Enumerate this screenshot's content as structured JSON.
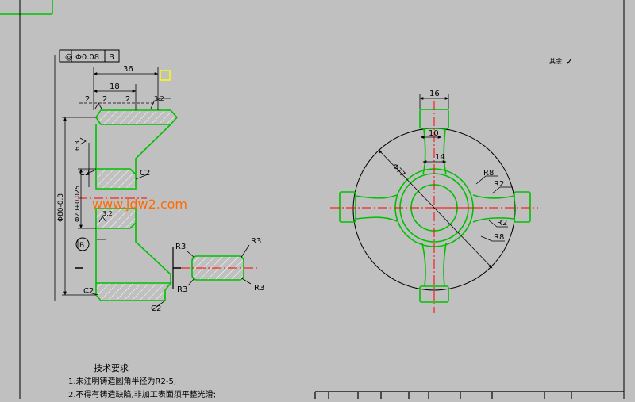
{
  "watermark": "www.jdw2.com",
  "tolerance_frame": {
    "symbol": "◎",
    "value": "Φ0.08",
    "datum": "B"
  },
  "datum_label": "B",
  "roughness_note": {
    "text": "其余",
    "symbol": "✓"
  },
  "dims_section": {
    "overall_width": "36",
    "inner_width": "18",
    "step_1": "2",
    "step_2": "2",
    "step_3": "2",
    "roughness_top": "3.2",
    "roughness_left": "6.3",
    "roughness_bore": "3.2",
    "outer_diameter": "Φ80-0.3",
    "bore_diameter": "Φ20+0.025",
    "chamfer_a": "C2",
    "chamfer_b": "C2",
    "chamfer_c": "C2",
    "chamfer_d": "C2"
  },
  "dims_spoke": {
    "r_top_left": "R3",
    "r_top_right": "R3",
    "r_bottom_left": "R3",
    "r_bottom_right": "R3"
  },
  "dims_front": {
    "top_width": "16",
    "spoke_width": "10",
    "hub_width": "14",
    "circle_diameter": "Φ77",
    "fillet_top": "R8",
    "fillet_right_top": "R2",
    "fillet_right_bottom": "R2",
    "fillet_bottom": "R8"
  },
  "tech_requirements": {
    "title": "技术要求",
    "item1": "1.未注明铸造圆角半径为R2-5;",
    "item2": "2.不得有铸造缺陷,非加工表面须平整光滑;"
  },
  "colors": {
    "background": "#c0c0c0",
    "outline": "#00c000",
    "centerline": "#ff0000",
    "highlight": "#ffff00",
    "ink": "#000000",
    "watermark": "#ff6a00"
  }
}
